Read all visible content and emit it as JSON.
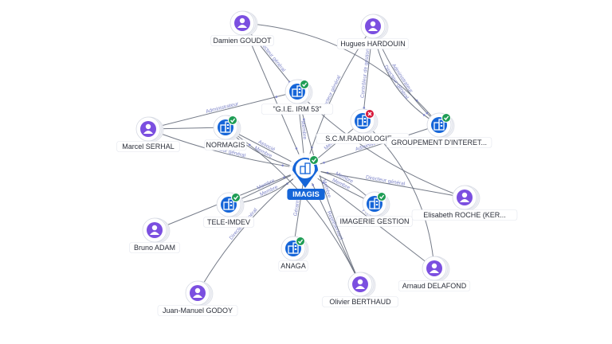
{
  "persons": [
    {
      "id": "damien",
      "label": "Damien GOUDOT"
    },
    {
      "id": "hugues",
      "label": "Hugues HARDOUIN"
    },
    {
      "id": "marcel",
      "label": "Marcel SERHAL"
    },
    {
      "id": "elisabeth",
      "label": "Elisabeth ROCHE (KER..."
    },
    {
      "id": "bruno",
      "label": "Bruno ADAM"
    },
    {
      "id": "arnaud",
      "label": "Arnaud DELAFOND"
    },
    {
      "id": "juan",
      "label": "Juan-Manuel GODOY"
    },
    {
      "id": "olivier",
      "label": "Olivier BERTHAUD"
    }
  ],
  "companies": [
    {
      "id": "imagis",
      "label": "IMAGIS",
      "status": "active",
      "center": true
    },
    {
      "id": "gie",
      "label": "\"G.I.E. IRM 53\"",
      "status": "active"
    },
    {
      "id": "normagis",
      "label": "NORMAGIS",
      "status": "active"
    },
    {
      "id": "scm",
      "label": "S.C.M.RADIOLOGIE ...",
      "status": "closed"
    },
    {
      "id": "groupement",
      "label": "GROUPEMENT D'INTERET...",
      "status": "active"
    },
    {
      "id": "teleimdev",
      "label": "TELE-IMDEV",
      "status": "active"
    },
    {
      "id": "imagerie",
      "label": "IMAGERIE GESTION",
      "status": "active"
    },
    {
      "id": "anaga",
      "label": "ANAGA",
      "status": "active"
    }
  ],
  "edges": [
    {
      "from": "damien",
      "to": "gie",
      "label": "Directeur général"
    },
    {
      "from": "damien",
      "to": "groupement",
      "label": ""
    },
    {
      "from": "damien",
      "to": "imagis",
      "label": ""
    },
    {
      "from": "hugues",
      "to": "groupement",
      "label": "Directeur général"
    },
    {
      "from": "hugues",
      "to": "groupement",
      "label": "Administrateur"
    },
    {
      "from": "hugues",
      "to": "scm",
      "label": "Contrôleur de gestion"
    },
    {
      "from": "hugues",
      "to": "imagis",
      "label": "Directeur général"
    },
    {
      "from": "marcel",
      "to": "gie",
      "label": "Administrateur"
    },
    {
      "from": "marcel",
      "to": "normagis",
      "label": ""
    },
    {
      "from": "marcel",
      "to": "imagis",
      "label": "Directeur général"
    },
    {
      "from": "elisabeth",
      "to": "gie",
      "label": ""
    },
    {
      "from": "elisabeth",
      "to": "imagis",
      "label": "Directeur général"
    },
    {
      "from": "arnaud",
      "to": "imagis",
      "label": "Président"
    },
    {
      "from": "arnaud",
      "to": "scm",
      "label": ""
    },
    {
      "from": "bruno",
      "to": "imagis",
      "label": ""
    },
    {
      "from": "juan",
      "to": "imagis",
      "label": "Directeur général"
    },
    {
      "from": "olivier",
      "to": "imagis",
      "label": "Représentant"
    },
    {
      "from": "olivier",
      "to": "gie",
      "label": "Membre"
    },
    {
      "from": "olivier",
      "to": "normagis",
      "label": ""
    },
    {
      "from": "normagis",
      "to": "imagis",
      "label": "Associé"
    },
    {
      "from": "gie",
      "to": "imagis",
      "label": "Membre"
    },
    {
      "from": "scm",
      "to": "imagis",
      "label": "Membre"
    },
    {
      "from": "groupement",
      "to": "imagis",
      "label": "Administrateur"
    },
    {
      "from": "teleimdev",
      "to": "imagis",
      "label": "Membre"
    },
    {
      "from": "imagerie",
      "to": "imagis",
      "label": "Membre"
    },
    {
      "from": "anaga",
      "to": "imagis",
      "label": "Gérant"
    },
    {
      "from": "imagis",
      "to": "imagerie",
      "label": "Membre"
    },
    {
      "from": "imagis",
      "to": "teleimdev",
      "label": "Membre"
    },
    {
      "from": "imagis",
      "to": "normagis",
      "label": "Membre"
    }
  ],
  "colors": {
    "person_fill": "#7b4fe0",
    "company_fill": "#1565d8",
    "active_badge": "#1f9d55",
    "closed_badge": "#d8193b",
    "edge": "#5d6473",
    "edge_label": "#7f86c9"
  },
  "icons": {
    "person": "person-icon",
    "company": "building-icon",
    "active": "check-icon",
    "closed": "cross-icon"
  }
}
